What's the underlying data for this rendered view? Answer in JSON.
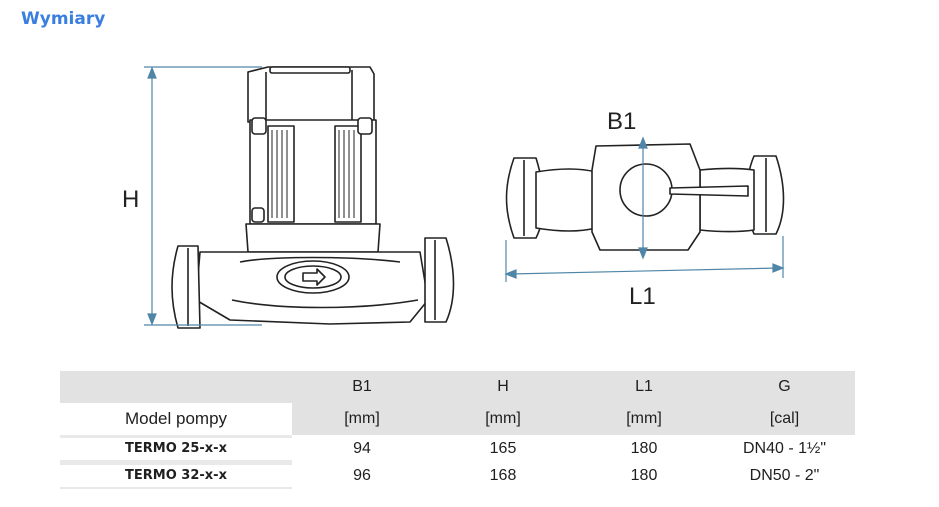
{
  "title": "Wymiary",
  "dimension_labels": {
    "h": "H",
    "b1": "B1",
    "l1": "L1"
  },
  "table": {
    "header_row1": [
      "",
      "B1",
      "H",
      "L1",
      "G"
    ],
    "header_row2": [
      "Model pompy",
      "[mm]",
      "[mm]",
      "[mm]",
      "[cal]"
    ],
    "rows": [
      [
        "TERMO 25-x-x",
        "94",
        "165",
        "180",
        "DN40 - 1½\""
      ],
      [
        "TERMO 32-x-x",
        "96",
        "168",
        "180",
        "DN50 - 2\""
      ]
    ]
  },
  "colors": {
    "title": "#3a7fe0",
    "dimension_line": "#4f86a8",
    "header_bg": "#e2e2e2"
  }
}
